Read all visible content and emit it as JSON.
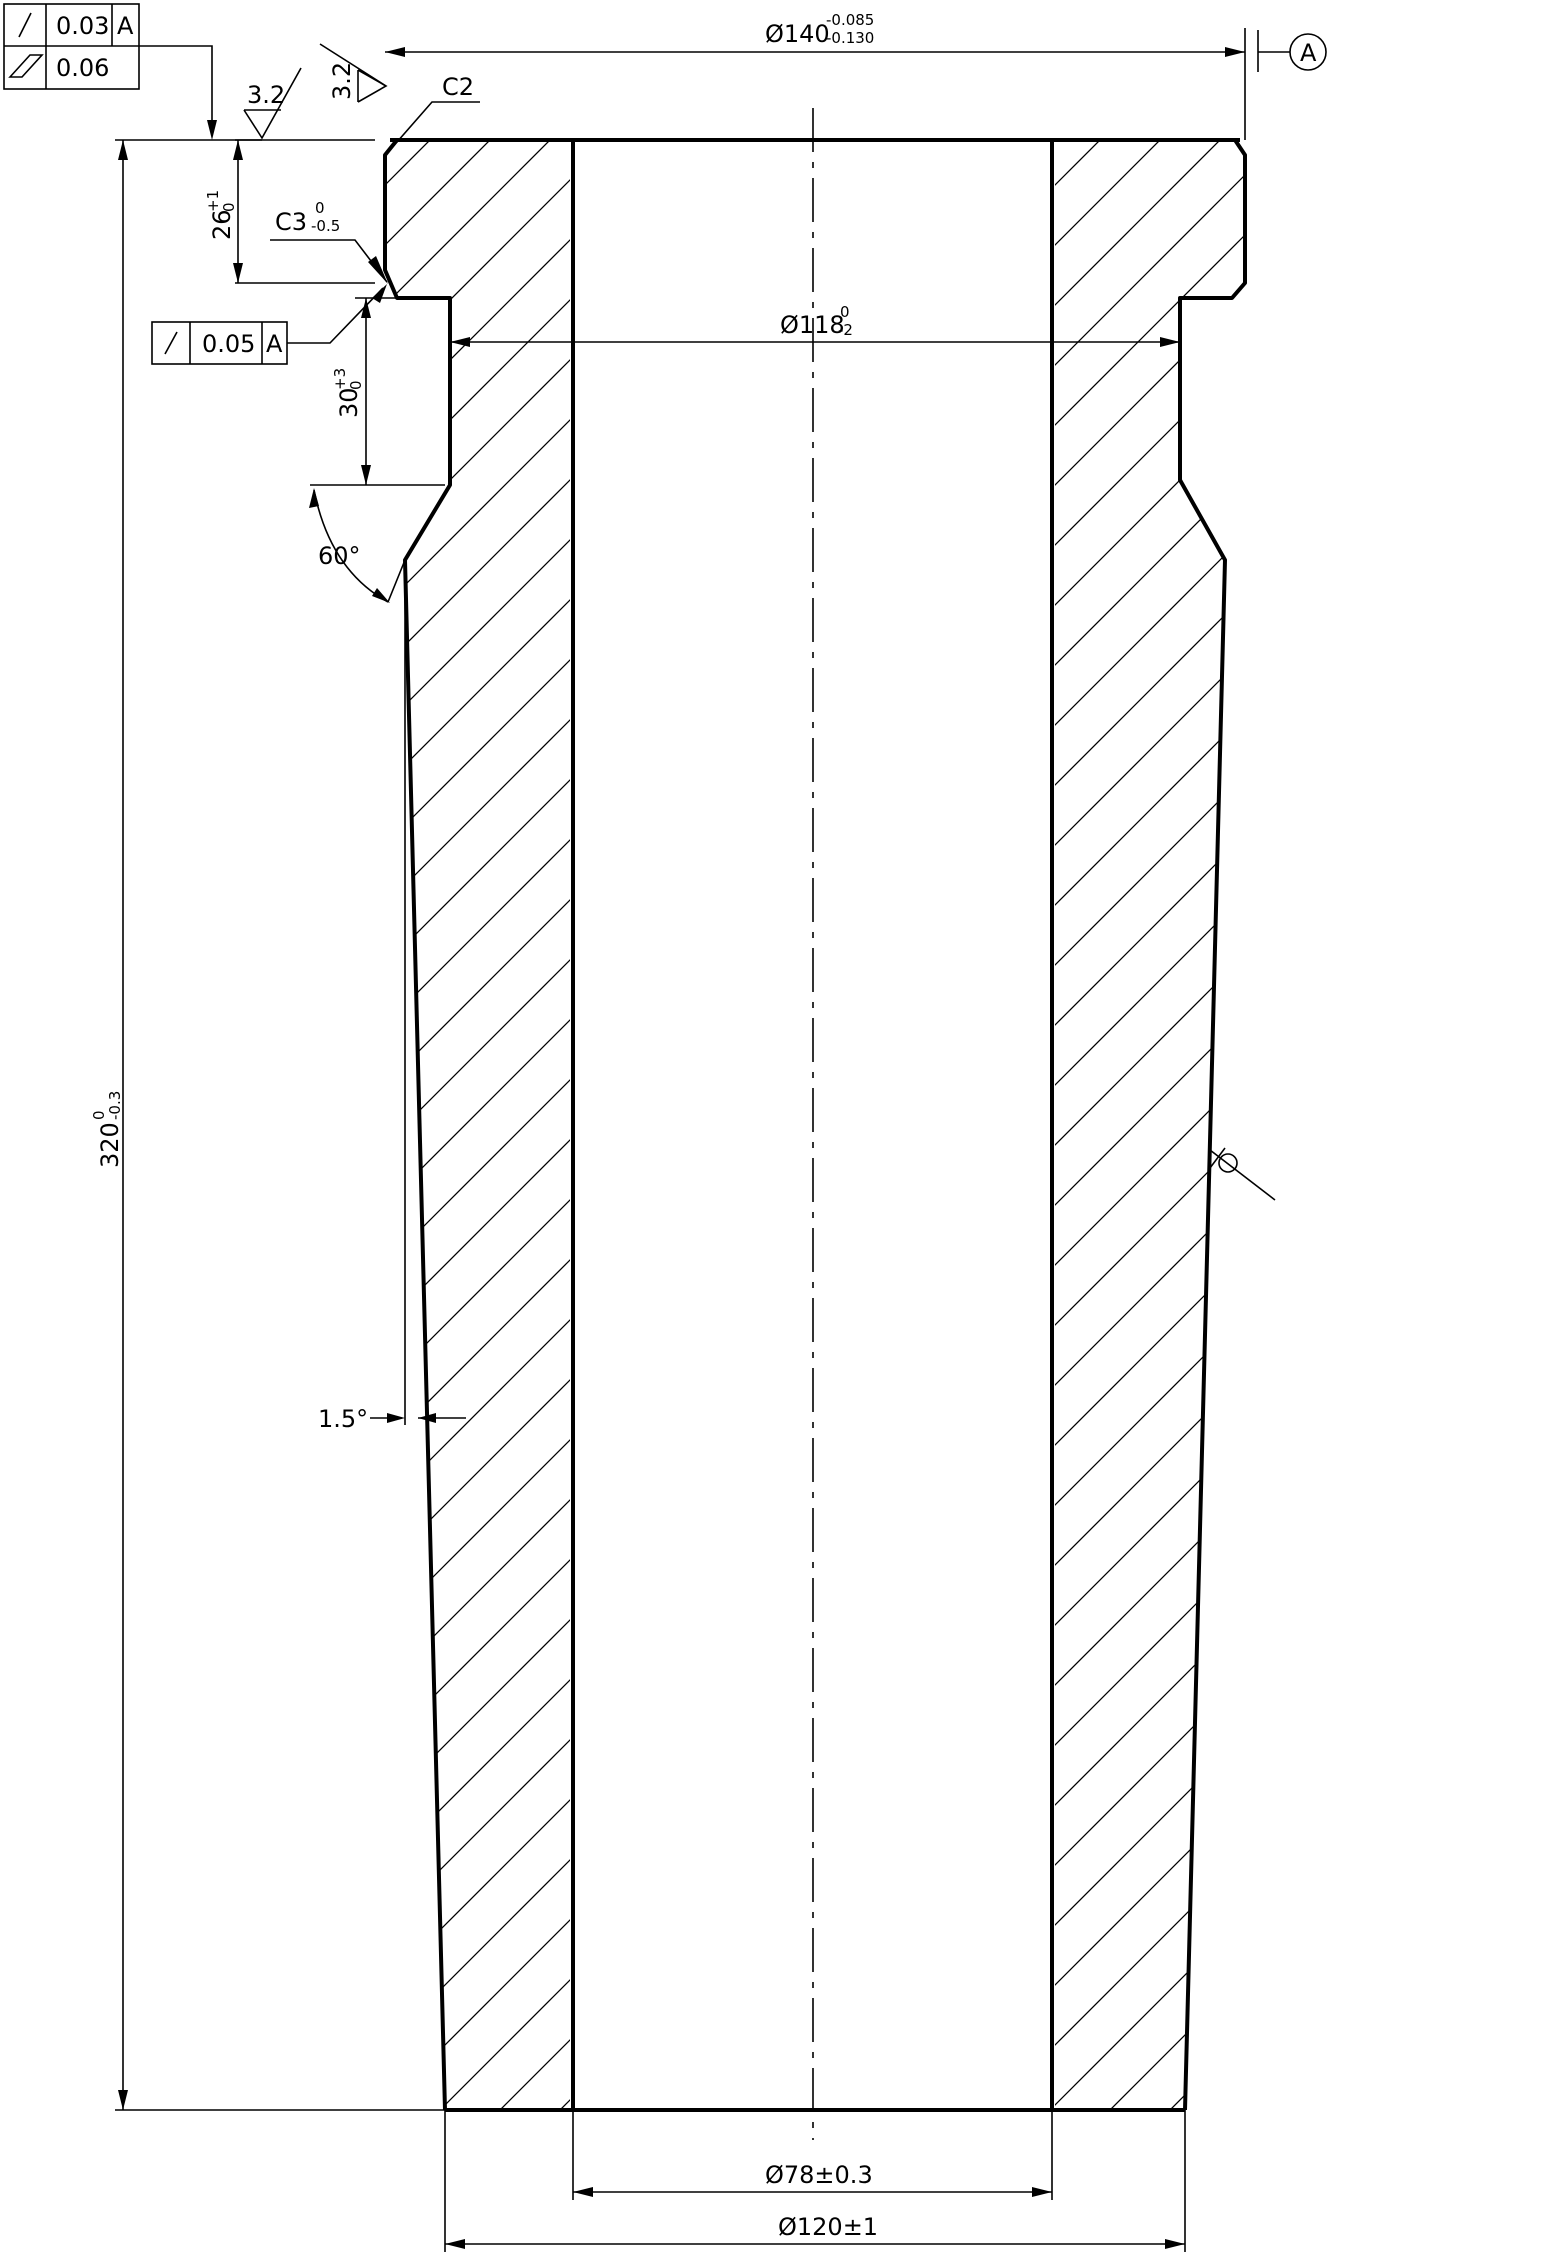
{
  "drawing": {
    "dimensions": {
      "top_diameter": {
        "base": "Ø140",
        "upper": "-0.085",
        "lower": "-0.130"
      },
      "shoulder_diameter": {
        "base": "Ø118",
        "upper": "0",
        "lower": "-2"
      },
      "bore_diameter": "Ø78±0.3",
      "bottom_diameter": "Ø120±1",
      "overall_length": {
        "base": "320",
        "upper": "0",
        "lower": "-0.3"
      },
      "flange_height": {
        "base": "26",
        "upper": "+1",
        "lower": "0"
      },
      "neck_height": {
        "base": "30",
        "upper": "+3",
        "lower": "0"
      },
      "neck_angle": "60°",
      "taper_angle": "1.5°"
    },
    "chamfers": {
      "top_edge": "C2",
      "flange_edge": {
        "base": "C3",
        "upper": "0",
        "lower": "-0.5"
      }
    },
    "surface_finish": {
      "top_face": "3.2",
      "flange_side": "3.2"
    },
    "datum": {
      "label": "A"
    },
    "tolerance_frames": [
      {
        "symbol": "circular-runout",
        "value": "0.03",
        "datum": "A"
      },
      {
        "symbol": "flatness",
        "value": "0.06",
        "datum": ""
      },
      {
        "symbol": "circular-runout",
        "value": "0.05",
        "datum": "A"
      }
    ]
  }
}
